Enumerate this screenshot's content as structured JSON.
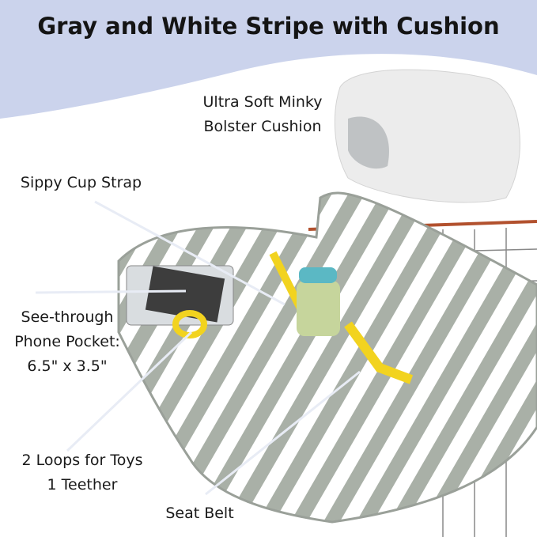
{
  "title": "Gray and White Stripe with Cushion",
  "labels": {
    "cushion": [
      "Ultra Soft Minky",
      "Bolster Cushion"
    ],
    "sippy": "Sippy Cup Strap",
    "phone": [
      "See-through",
      "Phone Pocket:",
      "6.5\" x 3.5\""
    ],
    "loops": [
      "2 Loops for Toys",
      "1 Teether"
    ],
    "seatbelt": "Seat Belt"
  },
  "colors": {
    "banner": "#cbd3ec",
    "stripe_gray": "#a9b0a7",
    "stripe_white": "#ffffff",
    "cart_frame": "#b2512e",
    "strap_yellow": "#f2d31f",
    "cup_teal": "#5bb8c4"
  }
}
